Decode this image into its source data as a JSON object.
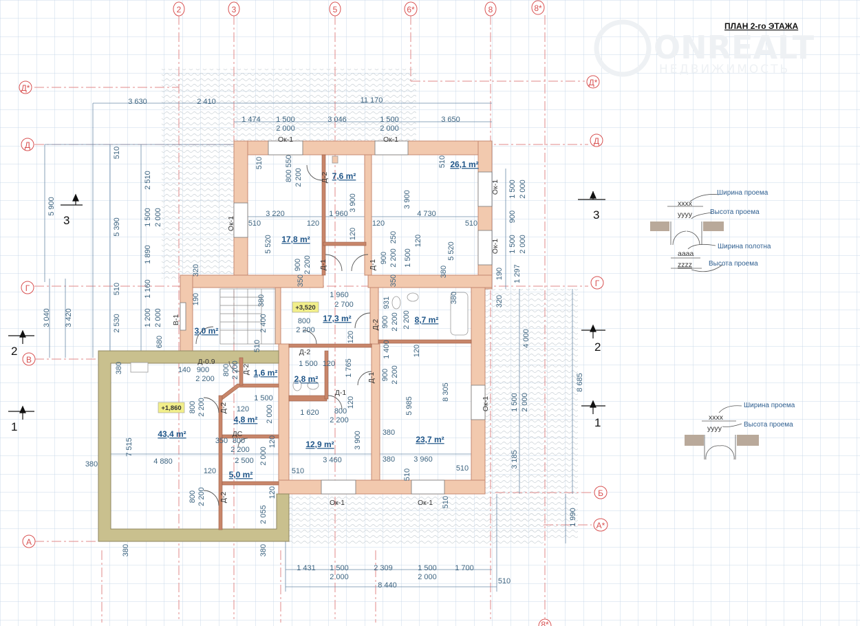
{
  "title": "ПЛАН 2-го ЭТАЖА",
  "watermark": {
    "brand": "ONREALT",
    "tagline": "НЕДВИЖИМОСТЬ"
  },
  "colors": {
    "grid": "#c9d9ea",
    "wall": "#f2c9ae",
    "annex_wall": "#c9c08e",
    "partition": "#c8866a",
    "axis": "#d85050",
    "dim": "#3d6480",
    "room": "#1f5588",
    "badge": "#f2ef8a"
  },
  "axes": {
    "vertical": [
      "2",
      "3",
      "5",
      "6*",
      "8",
      "8*"
    ],
    "vertical_bottom": [
      "8*"
    ],
    "horizontal": {
      "d_star": "Д*",
      "d": "Д",
      "g": "Г",
      "v": "В",
      "b": "Б",
      "a": "А",
      "a_star": "А*"
    }
  },
  "sections": [
    "1",
    "2",
    "3"
  ],
  "levels": [
    "+3,520",
    "+1,860"
  ],
  "rooms": [
    "7,6 m²",
    "26,1 m²",
    "17,8 m²",
    "17,3 m²",
    "3,0 m²",
    "8,7 m²",
    "1,6 m²",
    "2,8 m²",
    "4,8 m²",
    "43,4 m²",
    "5,0 m²",
    "12,9 m²",
    "23,7 m²"
  ],
  "openings": [
    "Д-2",
    "Д-1",
    "Д-1",
    "Д-2",
    "Д-2",
    "Д-0.9",
    "Д-2",
    "Д-1",
    "Д-1",
    "Д-2",
    "ДС",
    "Д-2",
    "Ок-1",
    "Ок-1",
    "Ок-1",
    "Ок-1",
    "Ок-1",
    "Ок-1",
    "Ок-1",
    "Ок-1",
    "В-1"
  ],
  "dimensions": [
    "3 630",
    "2 410",
    "11 170",
    "1 474",
    "1 500",
    "2 000",
    "3 046",
    "1 500",
    "2 000",
    "3 650",
    "5 900",
    "510",
    "5 390",
    "510",
    "2 530",
    "2 510",
    "1 500",
    "2 000",
    "1 890",
    "1 160",
    "1 200",
    "2 000",
    "680",
    "3 040",
    "3 420",
    "320",
    "190",
    "1 500",
    "2 000",
    "900",
    "1 500",
    "2 000",
    "190",
    "1 297",
    "320",
    "4 000",
    "1 500",
    "2 000",
    "3 185",
    "8 685",
    "1 990",
    "1 431",
    "1 500",
    "2 000",
    "2 309",
    "1 500",
    "2 000",
    "1 700",
    "8 440",
    "510",
    "510",
    "380",
    "380",
    "380",
    "510",
    "800 550",
    "2 200",
    "3 220",
    "510",
    "120",
    "1 960",
    "3 900",
    "3 900",
    "4 730",
    "120",
    "510",
    "510",
    "5 520",
    "120",
    "120",
    "5 520",
    "900",
    "2 200",
    "350",
    "900",
    "2 200",
    "250",
    "1 500",
    "380",
    "350",
    "1 960",
    "2 700",
    "380",
    "2 400",
    "510",
    "800",
    "2 200",
    "120",
    "931",
    "900",
    "2 200",
    "2 200",
    "380",
    "380",
    "140",
    "900",
    "2 200",
    "800",
    "2 200",
    "1 500",
    "120",
    "1 765",
    "1 400",
    "900",
    "2 200",
    "120",
    "8 305",
    "5 985",
    "800",
    "2 200",
    "120",
    "1 620",
    "1 500",
    "120",
    "800",
    "2 200",
    "2 000",
    "350",
    "800",
    "2 200",
    "120",
    "4 880",
    "2 500",
    "2 000",
    "120",
    "510",
    "3 460",
    "3 900",
    "380",
    "380",
    "3 960",
    "510",
    "510",
    "800",
    "2 200",
    "120",
    "2 055",
    "7 515"
  ],
  "legend": {
    "door_with_casing": {
      "width_code": "xxxx",
      "height_code": "yyyy",
      "leaf_code": "aaaa",
      "opening_code": "zzzz",
      "labels": [
        "Ширина проема",
        "Высота проема",
        "Ширина полотна",
        "Высота проема"
      ]
    },
    "door_simple": {
      "width_code": "xxxx",
      "height_code": "yyyy",
      "labels": [
        "Ширина проема",
        "Высота проема"
      ]
    }
  }
}
